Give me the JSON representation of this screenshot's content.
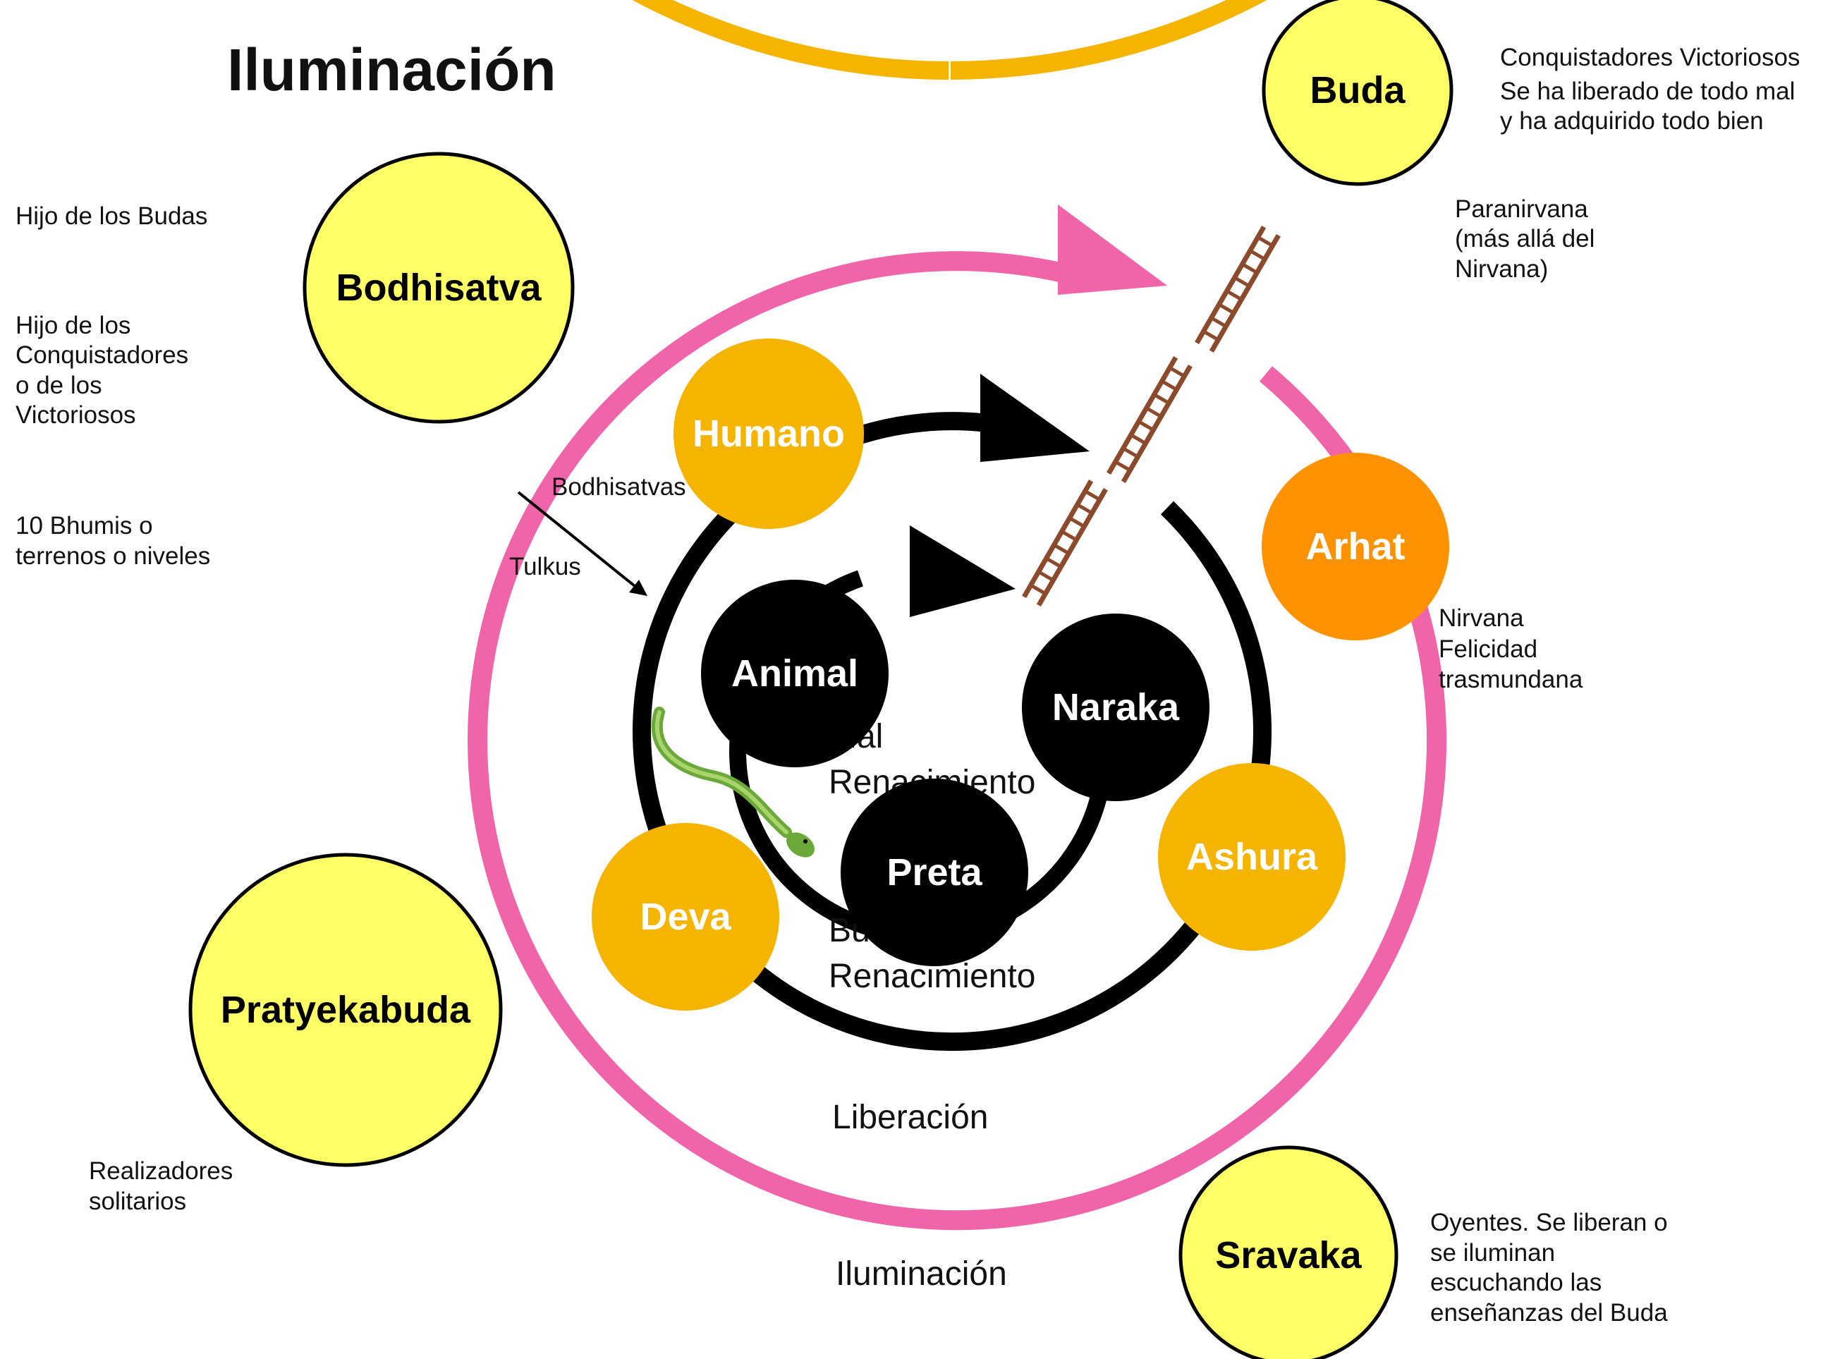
{
  "title": "Iluminación",
  "colors": {
    "outer_ring": "#f5b400",
    "middle_ring": "#f064aa",
    "inner_ring": "#000000",
    "yellow_node": "#ffff66",
    "orange_node": "#f5b400",
    "arhat_node": "#ff9200",
    "black_node": "#000000",
    "ladder": "#8b4a2b",
    "snake": "#6aa83a"
  },
  "nodes": {
    "buda": "Buda",
    "bodhisatva": "Bodhisatva",
    "pratyekabuda": "Pratyekabuda",
    "sravaka": "Sravaka",
    "arhat": "Arhat",
    "humano": "Humano",
    "deva": "Deva",
    "ashura": "Ashura",
    "animal": "Animal",
    "naraka": "Naraka",
    "preta": "Preta"
  },
  "descriptions": {
    "buda": [
      "Conquistadores Victoriosos",
      "Se ha liberado de todo mal",
      "y ha adquirido todo bien"
    ],
    "paranirvana": [
      "Paranirvana",
      "(más allá del",
      "Nirvana)"
    ],
    "bodhisatva_1": "Hijo de los Budas",
    "bodhisatva_2": [
      "Hijo de los",
      "Conquistadores",
      "o de los",
      "Victoriosos"
    ],
    "bhumis": [
      "10 Bhumis o",
      "terrenos o niveles"
    ],
    "nirvana": [
      "Nirvana",
      "Felicidad",
      "trasmundana"
    ],
    "pratyekabuda": [
      "Realizadores",
      "solitarios"
    ],
    "sravaka": [
      "Oyentes. Se liberan o",
      "se iluminan",
      "escuchando las",
      "enseñanzas del Buda"
    ]
  },
  "labels": {
    "bodhisatvas": "Bodhisatvas",
    "tulkus": "Tulkus",
    "mal_renacimiento": [
      "Mal",
      "Renacimiento"
    ],
    "buen_renacimiento": [
      "Buen",
      "Renacimiento"
    ],
    "liberacion": "Liberación",
    "iluminacion_bottom": "Iluminación"
  }
}
